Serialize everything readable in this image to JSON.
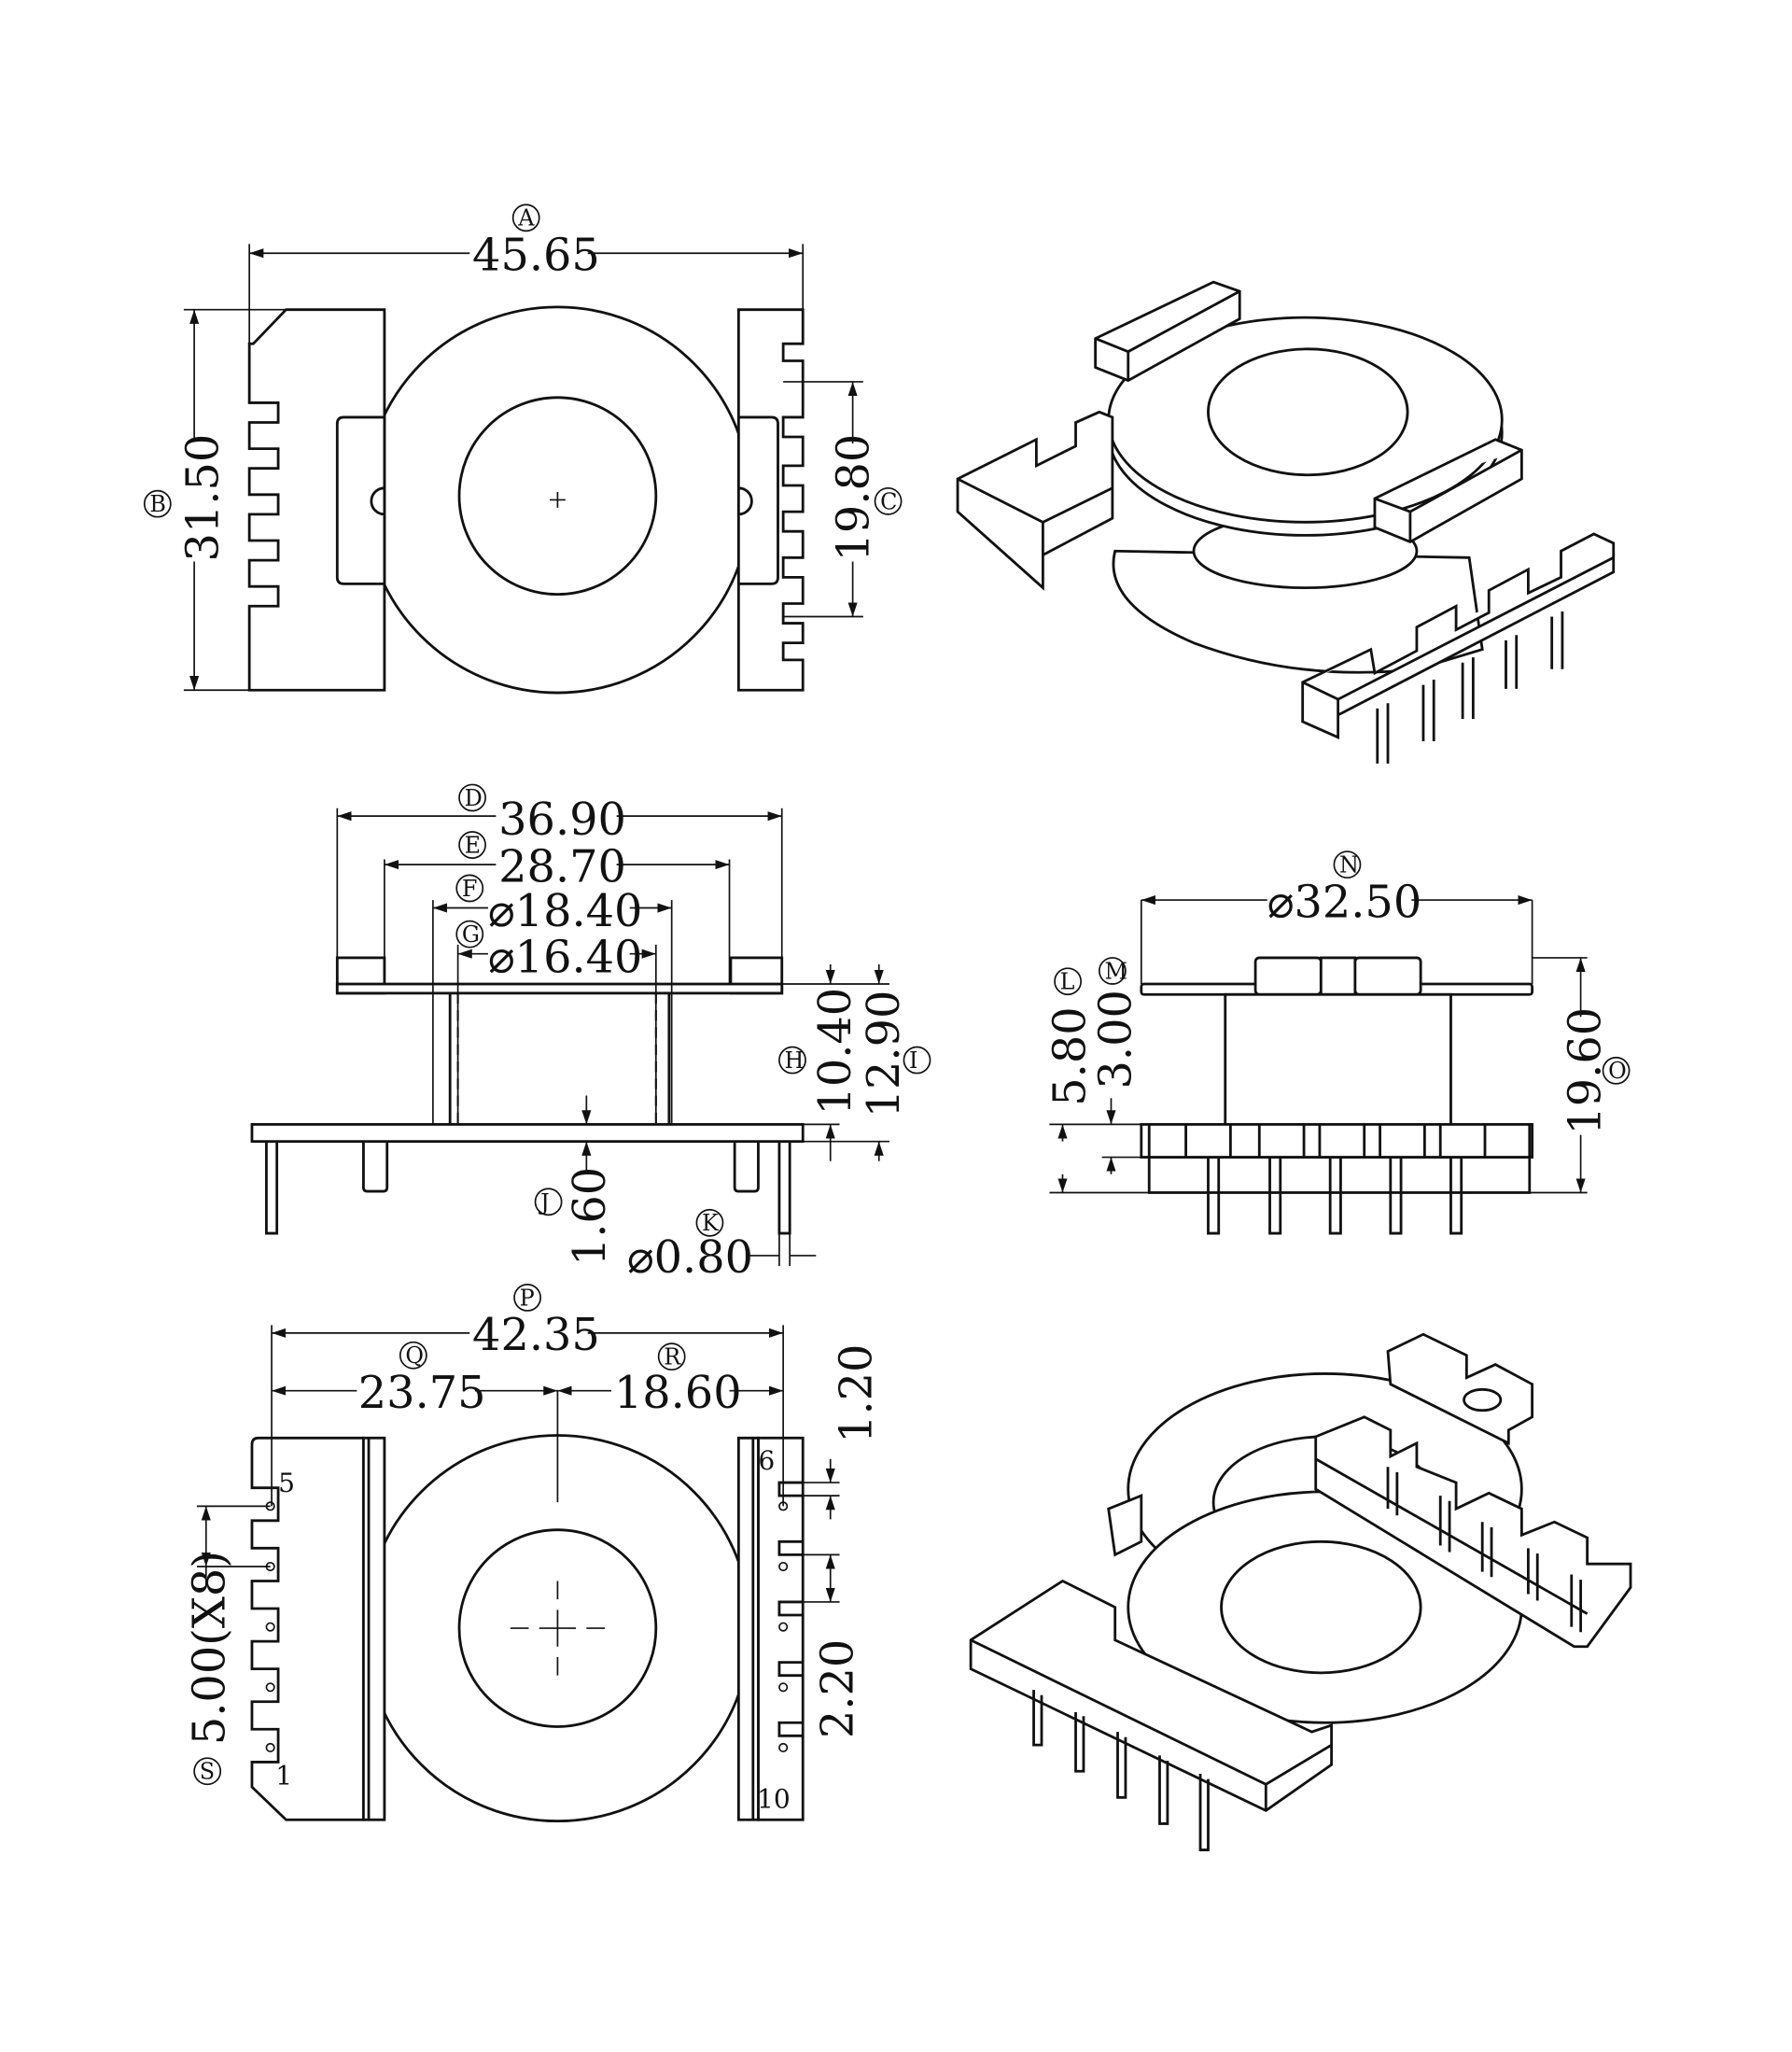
{
  "drawing": {
    "top_view": {
      "A": {
        "label": "A",
        "value": "45.65"
      },
      "B": {
        "label": "B",
        "value": "31.50"
      },
      "C": {
        "label": "C",
        "value": "19.80"
      }
    },
    "front_view": {
      "D": {
        "label": "D",
        "value": "36.90"
      },
      "E": {
        "label": "E",
        "value": "28.70"
      },
      "F": {
        "label": "F",
        "value": "⌀18.40"
      },
      "G": {
        "label": "G",
        "value": "⌀16.40"
      },
      "H": {
        "label": "H",
        "value": "10.40"
      },
      "I": {
        "label": "I",
        "value": "12.90"
      },
      "J": {
        "label": "J",
        "value": "1.60"
      },
      "K": {
        "label": "K",
        "value": "⌀0.80"
      }
    },
    "side_view": {
      "N": {
        "label": "N",
        "value": "⌀32.50"
      },
      "L": {
        "label": "L",
        "value": "5.80"
      },
      "M": {
        "label": "M",
        "value": "3.00"
      },
      "O": {
        "label": "O",
        "value": "19.60"
      }
    },
    "bottom_view": {
      "P": {
        "label": "P",
        "value": "42.35"
      },
      "Q": {
        "label": "Q",
        "value": "23.75"
      },
      "R": {
        "label": "R",
        "value": "18.60"
      },
      "S": {
        "label": "S",
        "value": "5.00(X8)"
      },
      "pitch_small": "1.20",
      "pitch_large": "2.20",
      "pins": {
        "p5": "5",
        "p1": "1",
        "p6": "6",
        "p10": "10"
      }
    }
  }
}
